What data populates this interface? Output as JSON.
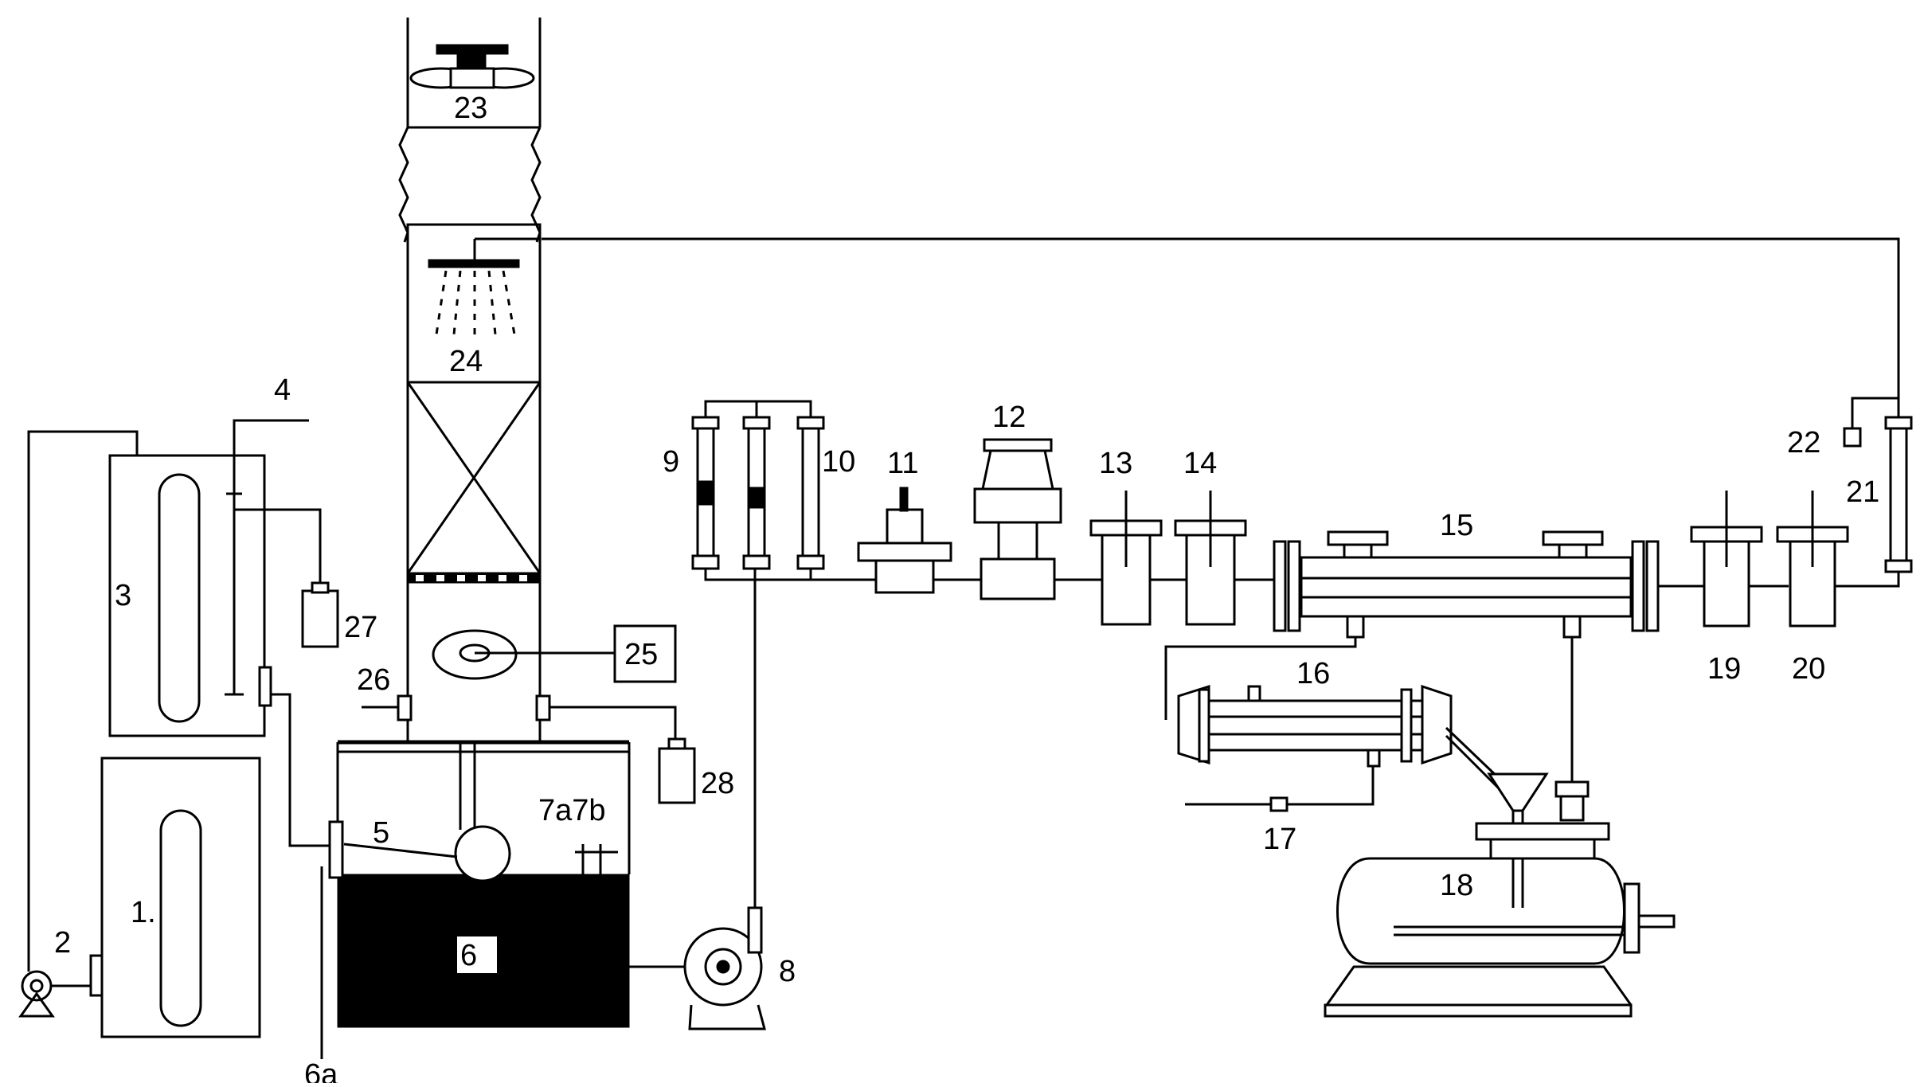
{
  "labels": {
    "l1": "1.",
    "l2": "2",
    "l3": "3",
    "l4": "4",
    "l5": "5",
    "l6": "6",
    "l6a": "6a",
    "l7": "7a7b",
    "l8": "8",
    "l9": "9",
    "l10": "10",
    "l11": "11",
    "l12": "12",
    "l13": "13",
    "l14": "14",
    "l15": "15",
    "l16": "16",
    "l17": "17",
    "l18": "18",
    "l19": "19",
    "l20": "20",
    "l21": "21",
    "l22": "22",
    "l23": "23",
    "l24": "24",
    "l25": "25",
    "l26": "26",
    "l27": "27",
    "l28": "28"
  }
}
